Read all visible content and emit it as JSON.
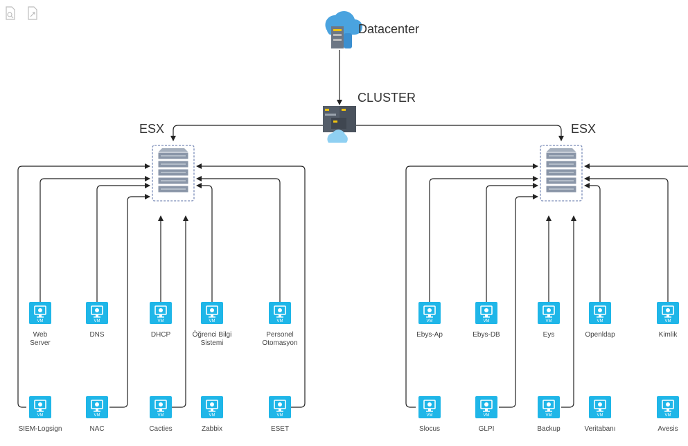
{
  "toolbar": {
    "items": [
      {
        "icon": "print-preview-icon"
      },
      {
        "icon": "export-page-icon"
      }
    ]
  },
  "datacenter": {
    "label": "Datacenter"
  },
  "cluster": {
    "label": "CLUSTER"
  },
  "esx_left": {
    "label": "ESX"
  },
  "esx_right": {
    "label": "ESX"
  },
  "vm_badge": "VM",
  "left_vms": {
    "row1": [
      "Web\nServer",
      "DNS",
      "DHCP",
      "Öğrenci Bilgi\nSistemi",
      "Personel\nOtomasyon"
    ],
    "row2": [
      "SIEM-Logsign",
      "NAC",
      "Cacties",
      "Zabbix",
      "ESET"
    ]
  },
  "right_vms": {
    "row1": [
      "Ebys-Ap",
      "Ebys-DB",
      "Eys",
      "Openldap",
      "Kimlik"
    ],
    "row2": [
      "Slocus",
      "GLPI",
      "Backup",
      "Veritabanı",
      "Avesis"
    ]
  },
  "colors": {
    "vm_tile": "#1fb6e8",
    "connector": "#222222",
    "server_gray": "#8a96a8",
    "cloud_blue": "#4aa3df",
    "dash": "#7a8cb8"
  }
}
